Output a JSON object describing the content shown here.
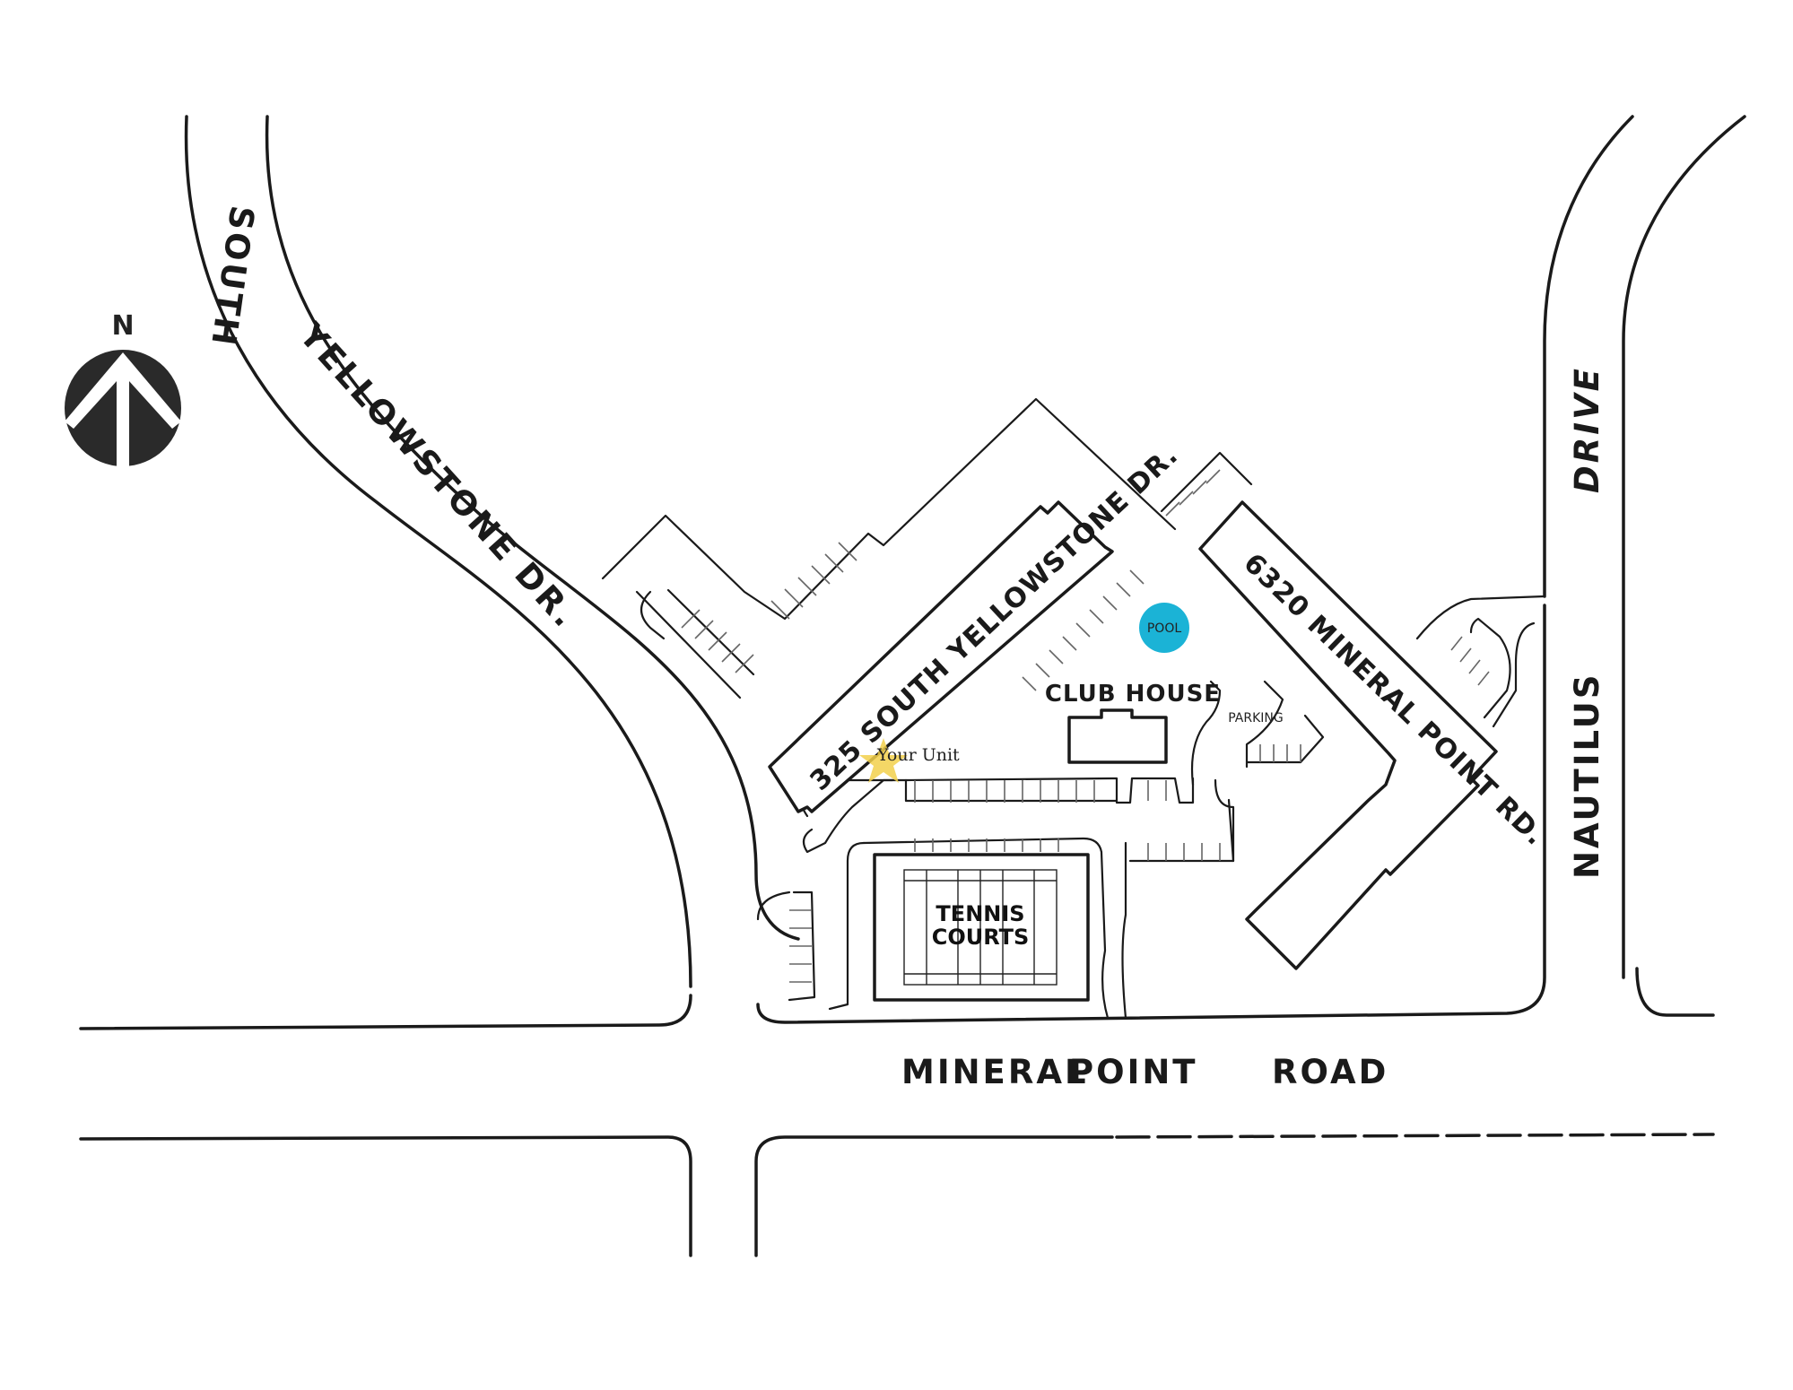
{
  "compass": {
    "label": "N"
  },
  "roads": {
    "south_yellowstone_1": "SOUTH",
    "south_yellowstone_2": "YELLOWSTONE DR.",
    "mineral_point_1": "MINERAL",
    "mineral_point_2": "POINT",
    "mineral_point_3": "ROAD",
    "nautilus_1": "NAUTILUS",
    "nautilus_2": "DRIVE"
  },
  "buildings": {
    "west_building": "325 SOUTH YELLOWSTONE DR.",
    "east_building": "6320 MINERAL POINT RD.",
    "club_house": "CLUB HOUSE"
  },
  "amenities": {
    "pool": "POOL",
    "parking": "PARKING",
    "tennis_line1": "TENNIS",
    "tennis_line2": "COURTS"
  },
  "marker": {
    "label": "Your Unit",
    "color": "#f2d04b"
  },
  "colors": {
    "pool": "#1bb3d6",
    "line": "#1a1a1a"
  }
}
